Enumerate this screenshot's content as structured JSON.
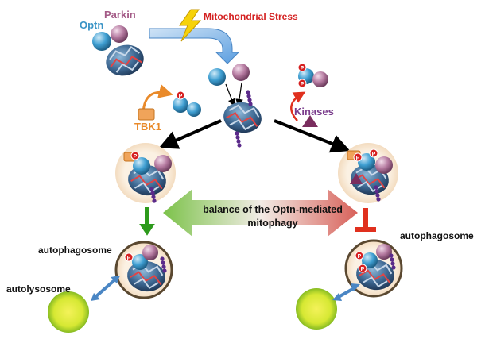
{
  "labels": {
    "optn": "Optn",
    "parkin": "Parkin",
    "mitochondrial_stress": "Mitochondrial Stress",
    "tbk1": "TBK1",
    "kinases": "Kinases",
    "balance": "balance of the Optn-mediated mitophagy",
    "autophagosome_left": "autophagosome",
    "autophagosome_right": "autophagosome",
    "autolysosome": "autolysosome",
    "phospho_mark": "P"
  },
  "colors": {
    "optn": "#3a94c6",
    "parkin": "#a35a86",
    "stress_text": "#d42020",
    "tbk1": "#e98a2a",
    "kinases": "#7a3c8c",
    "activate_arrow": "#2d9a1c",
    "inhibit_bar": "#e0301e",
    "phospho": "#d62020",
    "balance_left": "#7cc24a",
    "balance_right": "#d8615a"
  }
}
